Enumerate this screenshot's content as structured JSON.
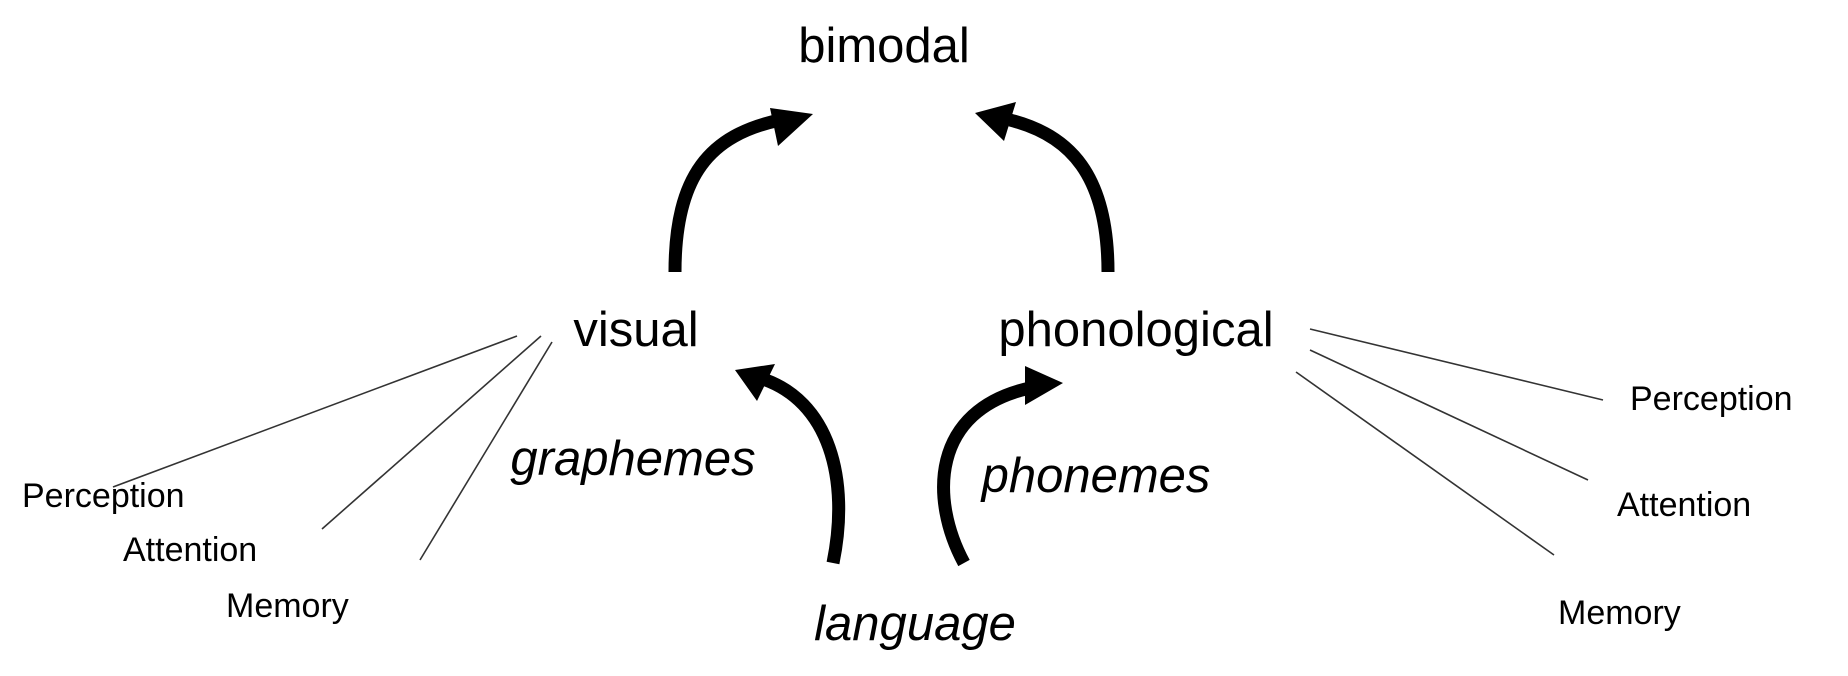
{
  "nodes": {
    "top": "bimodal",
    "left": "visual",
    "right": "phonological",
    "bottom": "language"
  },
  "edges": {
    "left_label": "graphemes",
    "right_label": "phonemes"
  },
  "left_processes": [
    "Perception",
    "Attention",
    "Memory"
  ],
  "right_processes": [
    "Perception",
    "Attention",
    "Memory"
  ]
}
